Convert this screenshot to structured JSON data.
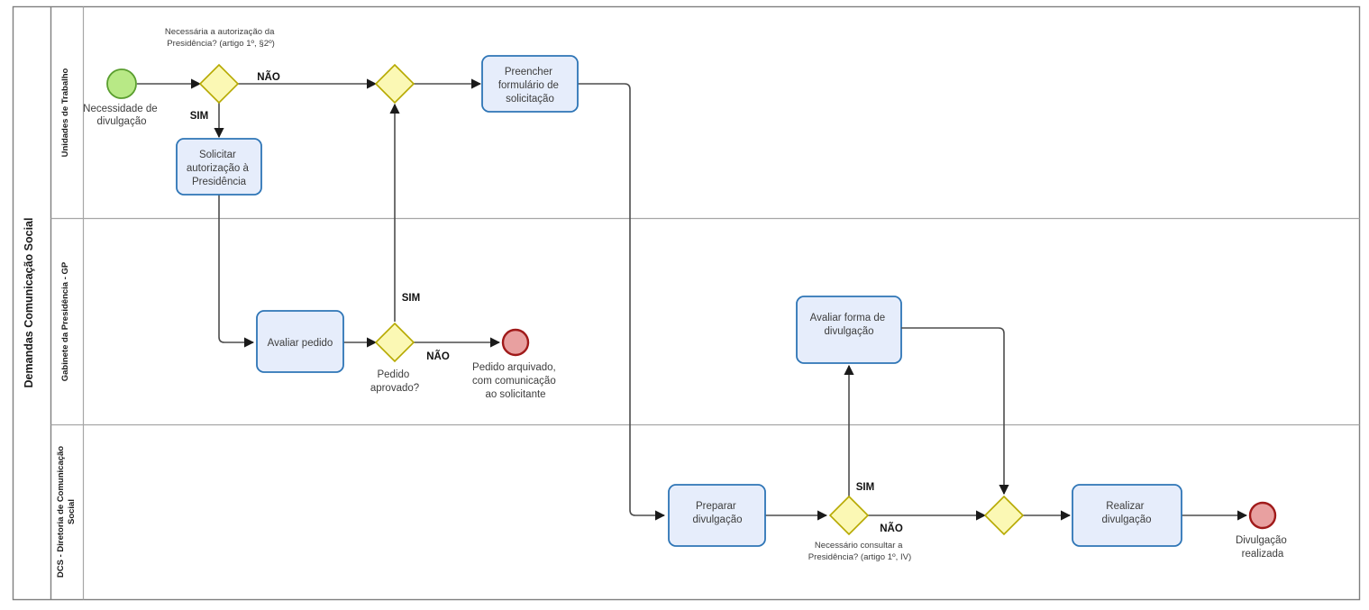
{
  "pool": {
    "title": "Demandas Comunicação Social",
    "lanes": [
      {
        "id": "lane-unidades",
        "label": "Unidades de Trabalho"
      },
      {
        "id": "lane-gabinete",
        "label": "Gabinete da Presidência - GP"
      },
      {
        "id": "lane-dcs",
        "label": "DCS - Diretoria de Comunicação Social"
      }
    ]
  },
  "events": {
    "start_divulgacao": {
      "label": "Necessidade de\ndivulgação",
      "type": "start-event"
    },
    "end_arquivado": {
      "label": "Pedido arquivado,\ncom comunicação\nao solicitante",
      "type": "end-event"
    },
    "end_realizada": {
      "label": "Divulgação\nrealizada",
      "type": "end-event"
    }
  },
  "tasks": {
    "solicitar_autorizacao": {
      "label": "Solicitar\nautorização à\nPresidência"
    },
    "preencher_formulario": {
      "label": "Preencher\nformulário de\nsolicitação"
    },
    "avaliar_pedido": {
      "label": "Avaliar pedido"
    },
    "avaliar_forma": {
      "label": "Avaliar forma de\ndivulgação"
    },
    "preparar_divulgacao": {
      "label": "Preparar\ndivulgação"
    },
    "realizar_divulgacao": {
      "label": "Realizar\ndivulgação"
    }
  },
  "gateways": {
    "gw_autorizacao": {
      "question": "Necessária a autorização da\nPresidência? (artigo 1º, §2º)"
    },
    "gw_merge_unidades": {
      "question": ""
    },
    "gw_pedido_aprovado": {
      "question": "Pedido\naprovado?"
    },
    "gw_consultar_presidencia": {
      "question": "Necessário consultar a\nPresidência? (artigo 1º, IV)"
    },
    "gw_merge_dcs": {
      "question": ""
    }
  },
  "flow_labels": {
    "autorizacao_nao": "NÃO",
    "autorizacao_sim": "SIM",
    "aprovado_sim": "SIM",
    "aprovado_nao": "NÃO",
    "consultar_sim": "SIM",
    "consultar_nao": "NÃO"
  },
  "colors": {
    "task_fill": "#e6edfb",
    "task_stroke": "#2e75b6",
    "gateway_fill": "#fbf8b4",
    "gateway_stroke": "#b6a900",
    "start_fill": "#b8e986",
    "start_stroke": "#5a9e2f",
    "end_fill": "#e8a0a0",
    "end_stroke": "#a01a1a",
    "flow_stroke": "#4d4d4d",
    "pool_stroke": "#7f7f7f"
  }
}
